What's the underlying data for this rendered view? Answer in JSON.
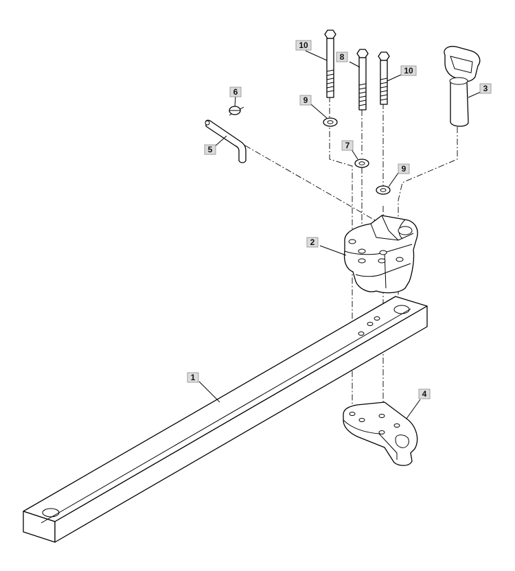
{
  "callouts": {
    "c1": "1",
    "c2": "2",
    "c3": "3",
    "c4": "4",
    "c5": "5",
    "c6": "6",
    "c7": "7",
    "c8": "8",
    "c9a": "9",
    "c9b": "9",
    "c10a": "10",
    "c10b": "10"
  }
}
